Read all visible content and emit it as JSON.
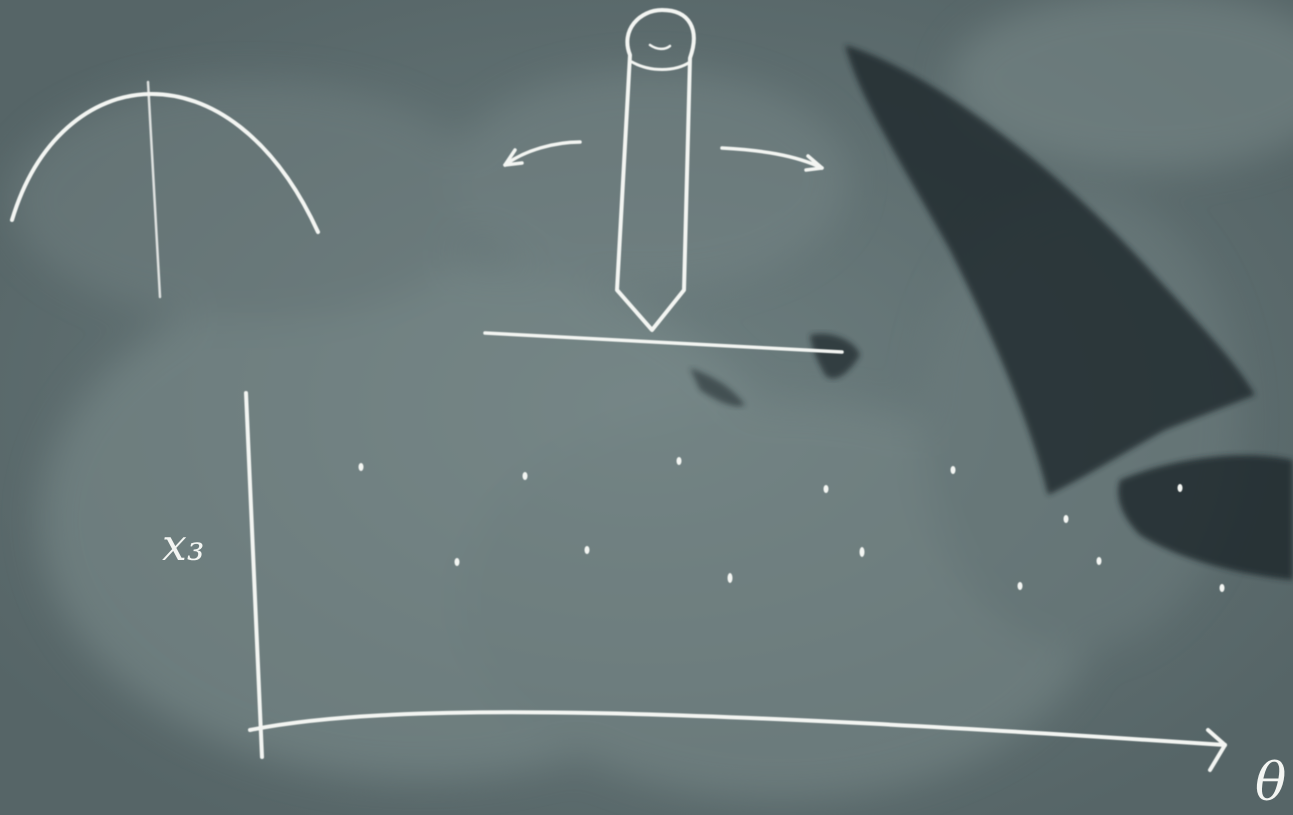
{
  "scene": {
    "subject": "chalkboard",
    "board_color": "#5a6b6d",
    "chalk_color": "#f3f5f2",
    "shadow_color": "#1f2729"
  },
  "labels": {
    "y_axis": "x₃",
    "x_axis": "θ"
  },
  "sketches": {
    "parabola": "parabola-sketch",
    "pendulum": "pendulum-sketch",
    "plot": "scatter-plot-sketch"
  }
}
